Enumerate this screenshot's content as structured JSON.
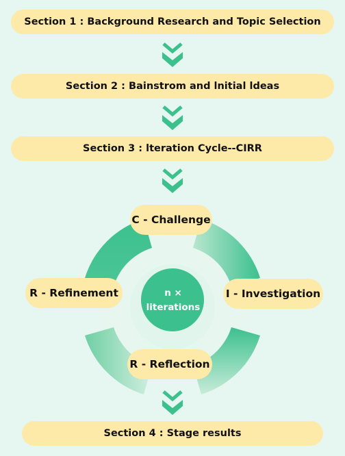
{
  "sections": {
    "s1": "Section 1 : Background Research and Topic Selection",
    "s2": "Section 2 : Bainstrom and lnitial ldeas",
    "s3": "Section 3 : lteration Cycle--CIRR",
    "s4": "Section 4 : Stage results"
  },
  "cycle": {
    "challenge": "C - Challenge",
    "investigation": "I - Investigation",
    "reflection": "R - Reflection",
    "refinement": "R - Refinement",
    "center_line1": "n ×",
    "center_line2": "literations"
  },
  "colors": {
    "background": "#e6f6f0",
    "pill": "#fdeaa8",
    "accent": "#3cc08e",
    "accent_light": "#c8ecd9"
  }
}
